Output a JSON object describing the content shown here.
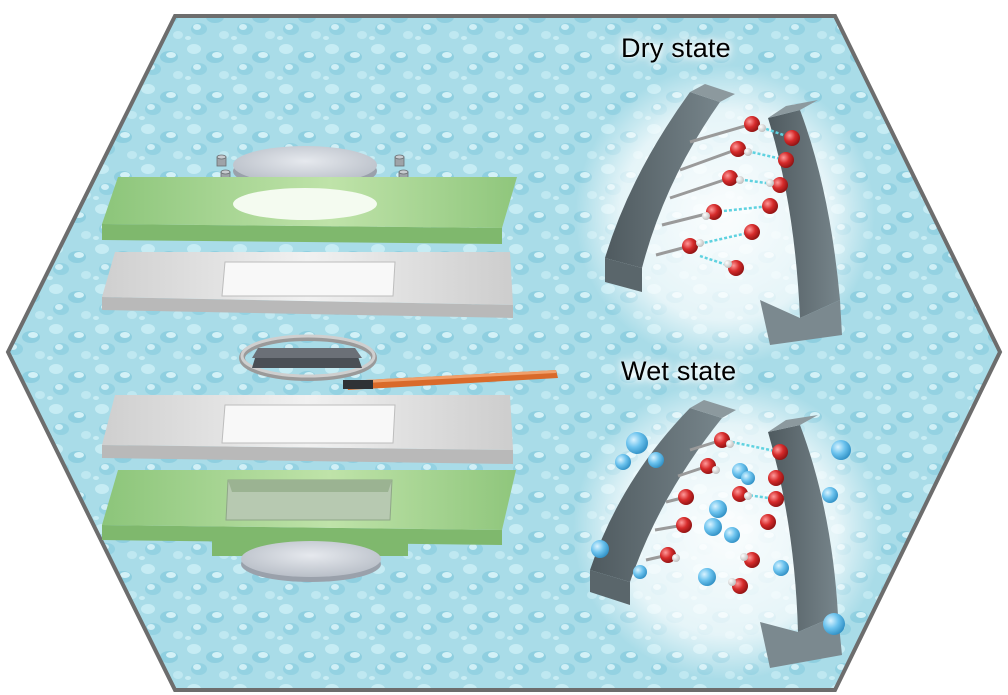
{
  "labels": {
    "dry": "Dry state",
    "wet": "Wet state"
  },
  "colors": {
    "background": "#a9dce8",
    "border": "#6d6d6d",
    "plate_green": "#9fcf8c",
    "plate_silver": "#dcdcdc",
    "pillar": "#5c676c",
    "atom_red": "#d62b2b",
    "atom_white": "#f2f2f2",
    "water_blue": "#6cc3ee",
    "hbond": "#5fd2e0",
    "ribbon": "#d96a2a"
  },
  "icons": {
    "hexagon": "hexagon-frame",
    "device": "exploded-sensor-stack",
    "molecule": "polymer-chain-model"
  }
}
